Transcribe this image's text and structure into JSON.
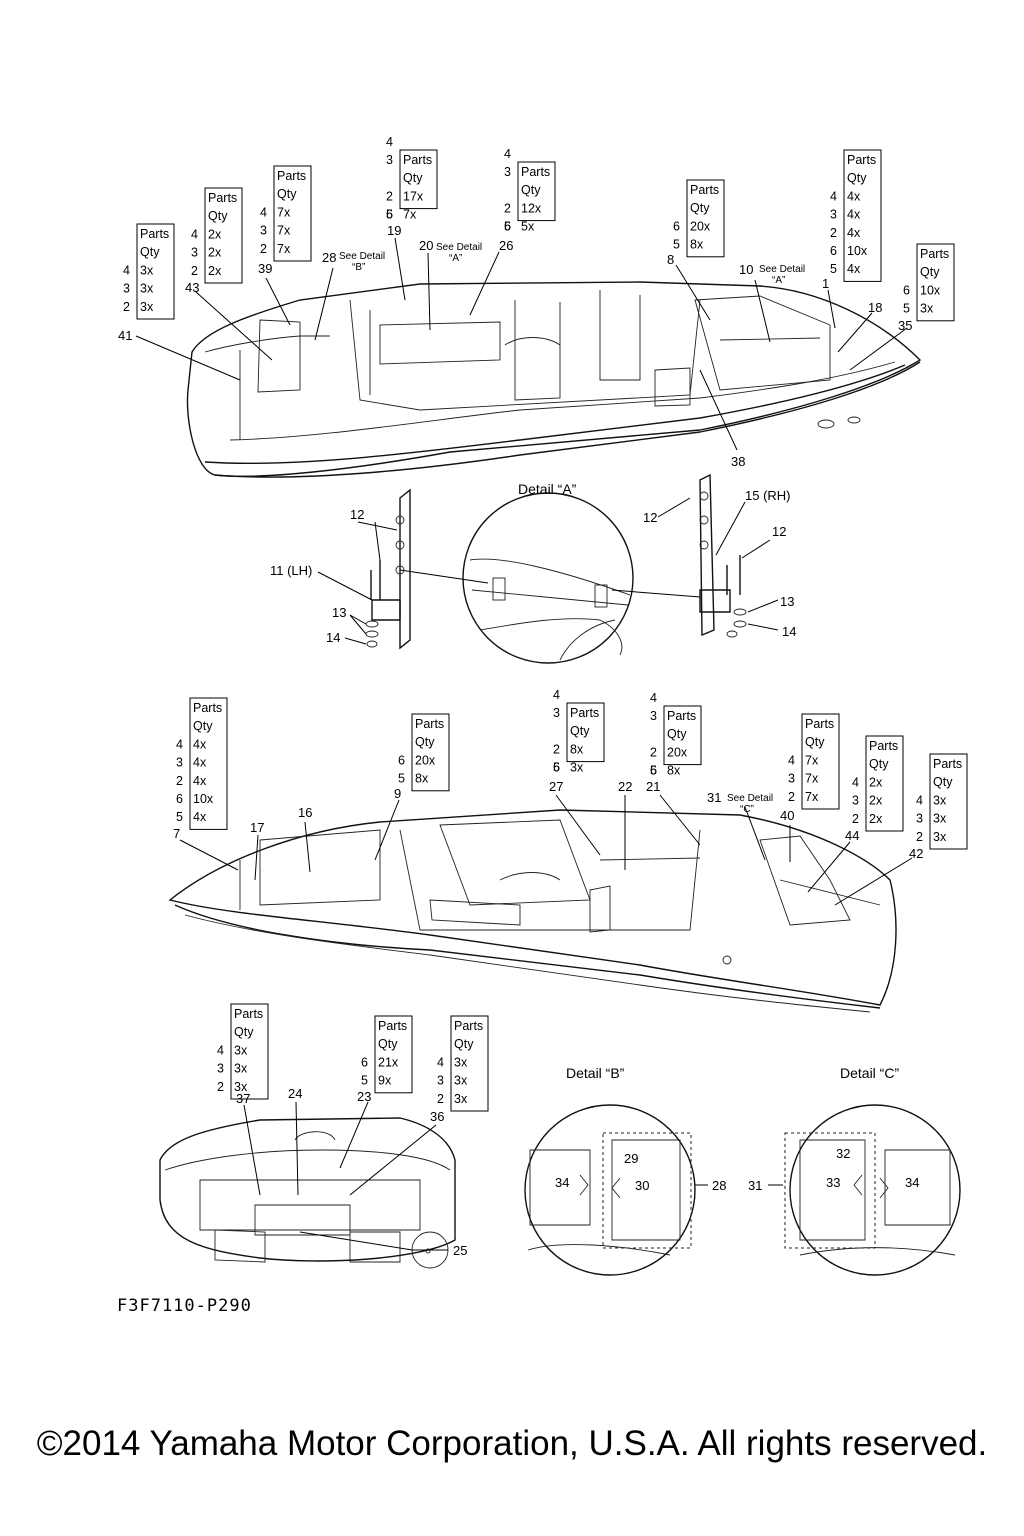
{
  "reference_code": "F3F7110-P290",
  "copyright": "©2014 Yamaha Motor Corporation, U.S.A. All rights reserved.",
  "detail_titles": {
    "a": "Detail “A”",
    "b": "Detail “B”",
    "c": "Detail “C”"
  },
  "see_detail_notes": [
    {
      "text1": "See Detail",
      "text2": "“B”"
    },
    {
      "text1": "See Detail",
      "text2": "“A”"
    },
    {
      "text1": "See Detail",
      "text2": "“A”"
    },
    {
      "text1": "See Detail",
      "text2": "“C”"
    }
  ],
  "callouts": [
    "41",
    "43",
    "39",
    "28",
    "19",
    "20",
    "26",
    "8",
    "10",
    "1",
    "18",
    "35",
    "38",
    "12",
    "11 (LH)",
    "13",
    "14",
    "12",
    "15 (RH)",
    "12",
    "13",
    "14",
    "7",
    "17",
    "16",
    "9",
    "27",
    "22",
    "21",
    "31",
    "40",
    "44",
    "42",
    "37",
    "24",
    "23",
    "36",
    "25",
    "29",
    "34",
    "30",
    "28",
    "31",
    "32",
    "33",
    "34"
  ],
  "parts_tables": [
    {
      "header": [
        "Parts",
        "Qty"
      ],
      "rows": [
        [
          "4",
          "3x"
        ],
        [
          "3",
          "3x"
        ],
        [
          "2",
          "3x"
        ]
      ]
    },
    {
      "header": [
        "Parts",
        "Qty"
      ],
      "rows": [
        [
          "4",
          "2x"
        ],
        [
          "3",
          "2x"
        ],
        [
          "2",
          "2x"
        ]
      ]
    },
    {
      "header": [
        "Parts",
        "Qty"
      ],
      "rows": [
        [
          "4",
          "7x"
        ],
        [
          "3",
          "7x"
        ],
        [
          "2",
          "7x"
        ]
      ]
    },
    {
      "header": [
        "Parts",
        "Qty"
      ],
      "rows": [
        [
          "4",
          ""
        ],
        [
          "3",
          ""
        ],
        [
          "2",
          "17x"
        ],
        [
          "6",
          "7x"
        ],
        [
          "5",
          ""
        ]
      ],
      "parts_above": true
    },
    {
      "header": [
        "Parts",
        "Qty"
      ],
      "rows": [
        [
          "4",
          ""
        ],
        [
          "3",
          ""
        ],
        [
          "2",
          "12x"
        ],
        [
          "6",
          "5x"
        ],
        [
          "5",
          ""
        ]
      ],
      "parts_above": true
    },
    {
      "header": [
        "Parts",
        "Qty"
      ],
      "rows": [
        [
          "6",
          "20x"
        ],
        [
          "5",
          "8x"
        ]
      ]
    },
    {
      "header": [
        "Parts",
        "Qty"
      ],
      "rows": [
        [
          "4",
          "4x"
        ],
        [
          "3",
          "4x"
        ],
        [
          "2",
          "4x"
        ],
        [
          "6",
          "10x"
        ],
        [
          "5",
          "4x"
        ]
      ]
    },
    {
      "header": [
        "Parts",
        "Qty"
      ],
      "rows": [
        [
          "6",
          "10x"
        ],
        [
          "5",
          "3x"
        ]
      ]
    },
    {
      "header": [
        "Parts",
        "Qty"
      ],
      "rows": [
        [
          "4",
          "4x"
        ],
        [
          "3",
          "4x"
        ],
        [
          "2",
          "4x"
        ],
        [
          "6",
          "10x"
        ],
        [
          "5",
          "4x"
        ]
      ]
    },
    {
      "header": [
        "Parts",
        "Qty"
      ],
      "rows": [
        [
          "6",
          "20x"
        ],
        [
          "5",
          "8x"
        ]
      ]
    },
    {
      "header": [
        "Parts",
        "Qty"
      ],
      "rows": [
        [
          "4",
          ""
        ],
        [
          "3",
          ""
        ],
        [
          "2",
          "8x"
        ],
        [
          "6",
          "3x"
        ],
        [
          "5",
          ""
        ]
      ],
      "parts_above": true
    },
    {
      "header": [
        "Parts",
        "Qty"
      ],
      "rows": [
        [
          "4",
          ""
        ],
        [
          "3",
          ""
        ],
        [
          "2",
          "20x"
        ],
        [
          "6",
          "8x"
        ],
        [
          "5",
          ""
        ]
      ],
      "parts_above": true
    },
    {
      "header": [
        "Parts",
        "Qty"
      ],
      "rows": [
        [
          "4",
          "7x"
        ],
        [
          "3",
          "7x"
        ],
        [
          "2",
          "7x"
        ]
      ]
    },
    {
      "header": [
        "Parts",
        "Qty"
      ],
      "rows": [
        [
          "4",
          "2x"
        ],
        [
          "3",
          "2x"
        ],
        [
          "2",
          "2x"
        ]
      ]
    },
    {
      "header": [
        "Parts",
        "Qty"
      ],
      "rows": [
        [
          "4",
          "3x"
        ],
        [
          "3",
          "3x"
        ],
        [
          "2",
          "3x"
        ]
      ]
    },
    {
      "header": [
        "Parts",
        "Qty"
      ],
      "rows": [
        [
          "4",
          "3x"
        ],
        [
          "3",
          "3x"
        ],
        [
          "2",
          "3x"
        ]
      ]
    },
    {
      "header": [
        "Parts",
        "Qty"
      ],
      "rows": [
        [
          "6",
          "21x"
        ],
        [
          "5",
          "9x"
        ]
      ]
    },
    {
      "header": [
        "Parts",
        "Qty"
      ],
      "rows": [
        [
          "4",
          "3x"
        ],
        [
          "3",
          "3x"
        ],
        [
          "2",
          "3x"
        ]
      ]
    }
  ]
}
